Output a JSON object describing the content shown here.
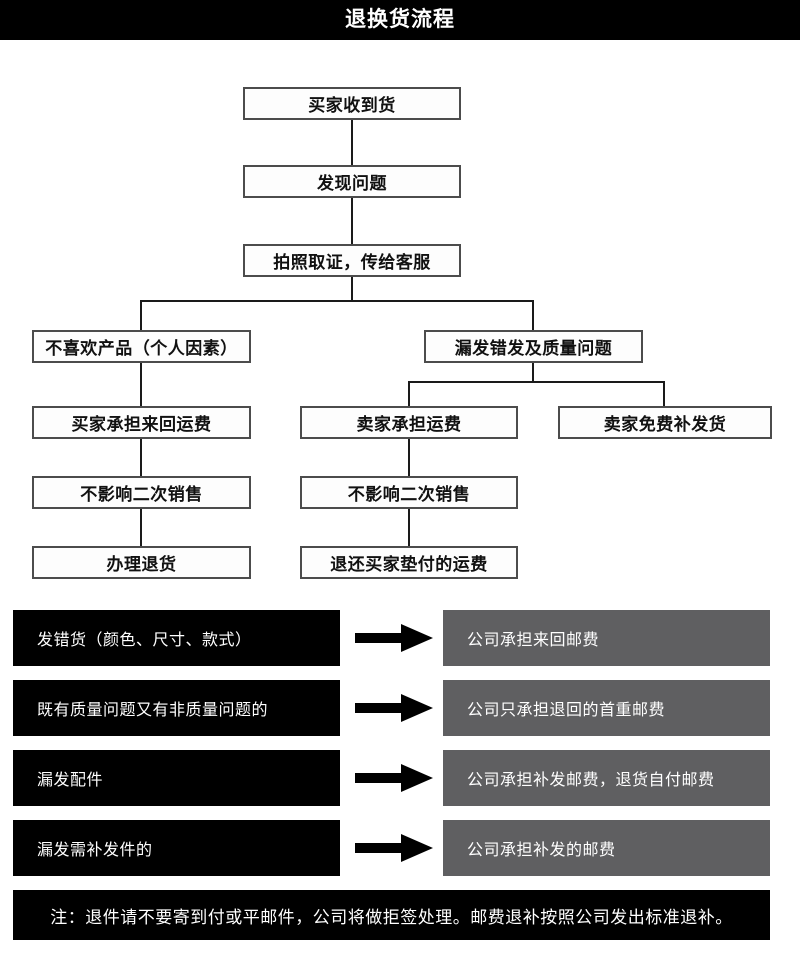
{
  "header": {
    "title": "退换货流程",
    "background": "#000000",
    "text_color": "#ffffff"
  },
  "flowchart": {
    "nodes": [
      {
        "id": "n1",
        "label": "买家收到货"
      },
      {
        "id": "n2",
        "label": "发现问题"
      },
      {
        "id": "n3",
        "label": "拍照取证，传给客服"
      },
      {
        "id": "n4",
        "label": "不喜欢产品（个人因素）"
      },
      {
        "id": "n5",
        "label": "漏发错发及质量问题"
      },
      {
        "id": "n6",
        "label": "买家承担来回运费"
      },
      {
        "id": "n7",
        "label": "卖家承担运费"
      },
      {
        "id": "n8",
        "label": "卖家免费补发货"
      },
      {
        "id": "n9",
        "label": "不影响二次销售"
      },
      {
        "id": "n10",
        "label": "不影响二次销售"
      },
      {
        "id": "n11",
        "label": "办理退货"
      },
      {
        "id": "n12",
        "label": "退还买家垫付的运费"
      }
    ]
  },
  "policy_rows": [
    {
      "condition": "发错货（颜色、尺寸、款式）",
      "result": "公司承担来回邮费",
      "arrow": "right-arrow-icon"
    },
    {
      "condition": "既有质量问题又有非质量问题的",
      "result": "公司只承担退回的首重邮费",
      "arrow": "right-arrow-icon"
    },
    {
      "condition": "漏发配件",
      "result": "公司承担补发邮费，退货自付邮费",
      "arrow": "right-arrow-icon"
    },
    {
      "condition": "漏发需补发件的",
      "result": "公司承担补发的邮费",
      "arrow": "right-arrow-icon"
    }
  ],
  "note": {
    "text": "注：退件请不要寄到付或平邮件，公司将做拒签处理。邮费退补按照公司发出标准退补。"
  },
  "colors": {
    "black": "#000000",
    "gray": "#5f5f61",
    "box_border": "#4c4c4c",
    "box_fill": "#fdfdfd",
    "white": "#ffffff"
  }
}
